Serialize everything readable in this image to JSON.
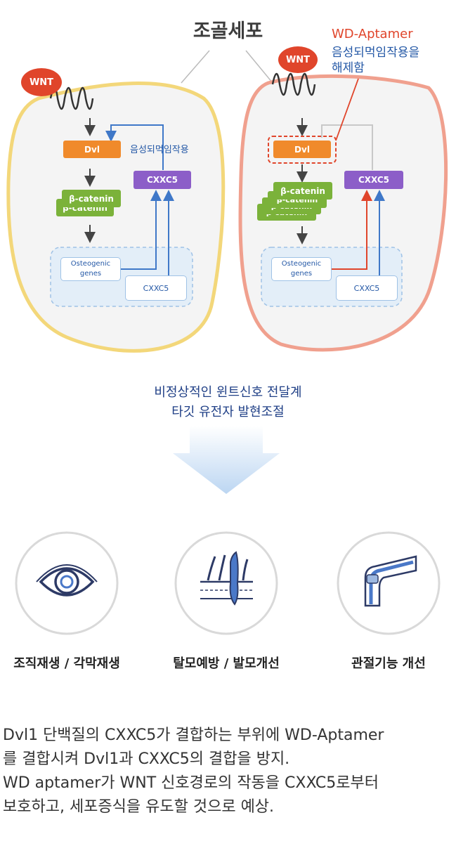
{
  "diagram": {
    "title": "조골세포",
    "left_cell": {
      "wnt": "WNT",
      "dvl": "Dvl",
      "beta_catenin": "β-catenin",
      "cxxc5": "CXXC5",
      "negative_feedback": "음성되먹임작용",
      "osteogenic_line1": "Osteogenic",
      "osteogenic_line2": "genes",
      "cxxc5_gene": "CXXC5"
    },
    "right_cell": {
      "wnt": "WNT",
      "dvl": "Dvl",
      "beta_catenin": "β-catenin",
      "cxxc5": "CXXC5",
      "osteogenic_line1": "Osteogenic",
      "osteogenic_line2": "genes",
      "cxxc5_gene": "CXXC5"
    },
    "aptamer": {
      "title": "WD-Aptamer",
      "line1": "음성되먹임작용을",
      "line2": "해제함"
    },
    "middle": {
      "line1": "비정상적인 윈트신호 전달계",
      "line2": "타깃 유전자 발현조절"
    },
    "outcomes": [
      {
        "label": "조직재생 / 각막재생",
        "icon": "eye-icon"
      },
      {
        "label": "탈모예방 / 발모개선",
        "icon": "hair-follicle-icon"
      },
      {
        "label": "관절기능 개선",
        "icon": "knee-joint-icon"
      }
    ],
    "description": [
      "Dvl1 단백질의 CXXC5가 결합하는 부위에 WD-Aptamer",
      "를 결합시켜 Dvl1과 CXXC5의 결합을 방지.",
      "WD aptamer가 WNT 신호경로의 작동을 CXXC5로부터",
      "보호하고, 세포증식을 유도할 것으로 예상."
    ]
  },
  "colors": {
    "wnt": "#e0452b",
    "dvl": "#f08a2b",
    "beta_catenin": "#7bb23a",
    "cxxc5": "#8c5ec8",
    "left_membrane": "#f3d77a",
    "right_membrane": "#f0a08e",
    "nucleus": "#e3eef8",
    "inhibit_arrow": "#3f78c8",
    "aptamer_accent": "#e0452b"
  }
}
